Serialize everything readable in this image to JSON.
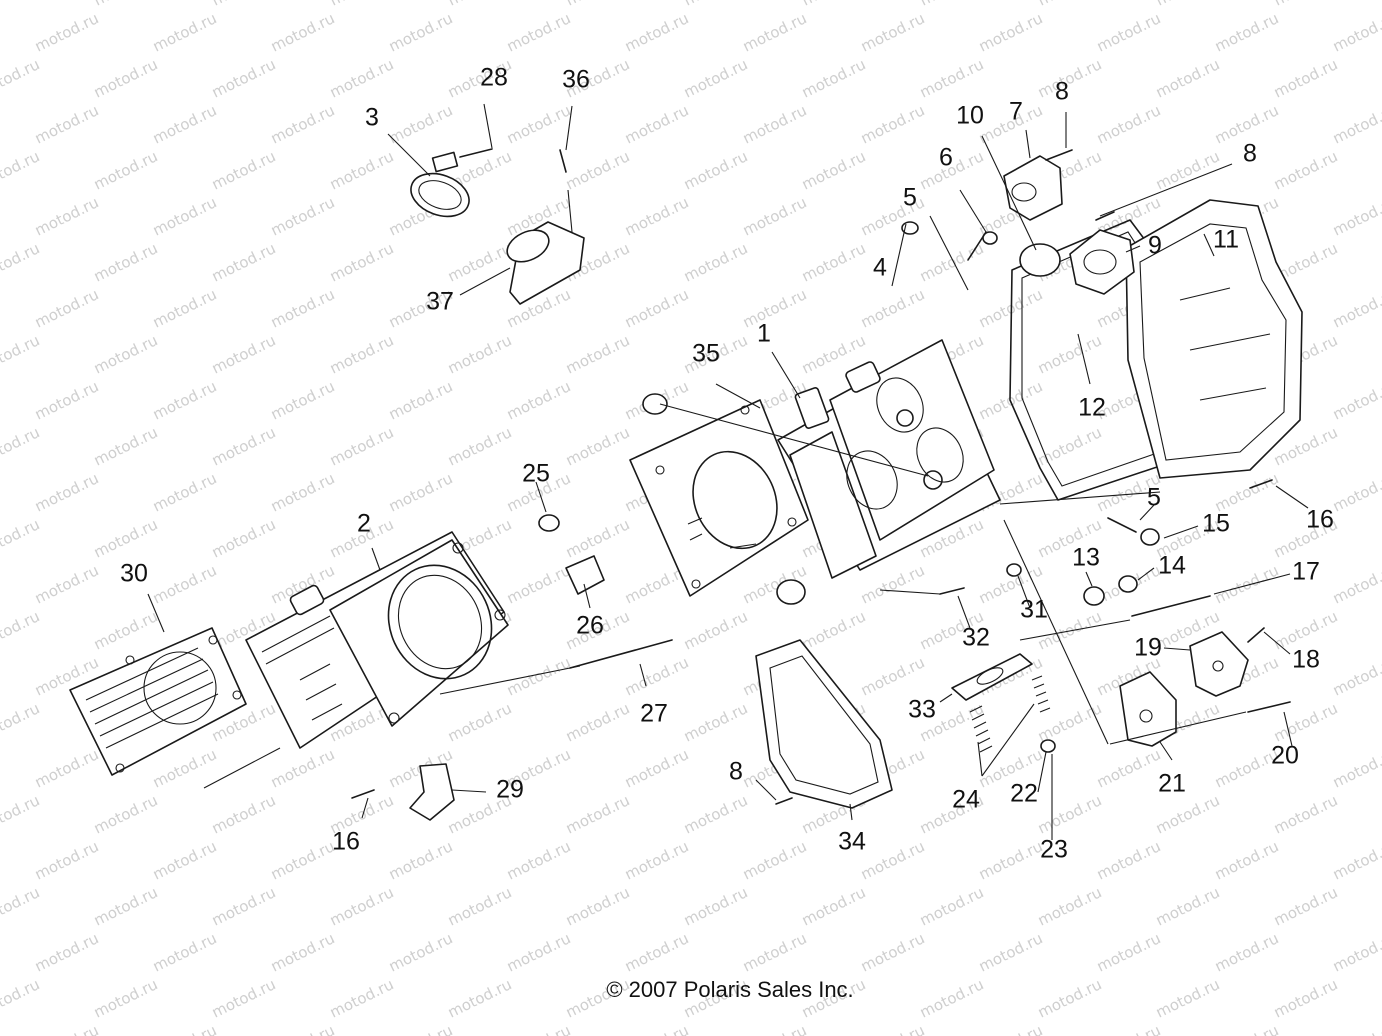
{
  "watermark": {
    "text": "motod.ru",
    "color": "#cfcfcf"
  },
  "copyright": "© 2007  Polaris Sales Inc.",
  "callouts": [
    {
      "id": "1",
      "label": "1"
    },
    {
      "id": "2",
      "label": "2"
    },
    {
      "id": "3",
      "label": "3"
    },
    {
      "id": "4",
      "label": "4"
    },
    {
      "id": "5a",
      "label": "5"
    },
    {
      "id": "5b",
      "label": "5"
    },
    {
      "id": "6",
      "label": "6"
    },
    {
      "id": "7",
      "label": "7"
    },
    {
      "id": "8a",
      "label": "8"
    },
    {
      "id": "8b",
      "label": "8"
    },
    {
      "id": "8c",
      "label": "8"
    },
    {
      "id": "9",
      "label": "9"
    },
    {
      "id": "10",
      "label": "10"
    },
    {
      "id": "11",
      "label": "11"
    },
    {
      "id": "12",
      "label": "12"
    },
    {
      "id": "13",
      "label": "13"
    },
    {
      "id": "14",
      "label": "14"
    },
    {
      "id": "15",
      "label": "15"
    },
    {
      "id": "16a",
      "label": "16"
    },
    {
      "id": "16b",
      "label": "16"
    },
    {
      "id": "17",
      "label": "17"
    },
    {
      "id": "18",
      "label": "18"
    },
    {
      "id": "19",
      "label": "19"
    },
    {
      "id": "20",
      "label": "20"
    },
    {
      "id": "21",
      "label": "21"
    },
    {
      "id": "22",
      "label": "22"
    },
    {
      "id": "23",
      "label": "23"
    },
    {
      "id": "24",
      "label": "24"
    },
    {
      "id": "25",
      "label": "25"
    },
    {
      "id": "26",
      "label": "26"
    },
    {
      "id": "27",
      "label": "27"
    },
    {
      "id": "28",
      "label": "28"
    },
    {
      "id": "29",
      "label": "29"
    },
    {
      "id": "30",
      "label": "30"
    },
    {
      "id": "31",
      "label": "31"
    },
    {
      "id": "32",
      "label": "32"
    },
    {
      "id": "33",
      "label": "33"
    },
    {
      "id": "34",
      "label": "34"
    },
    {
      "id": "35",
      "label": "35"
    },
    {
      "id": "36",
      "label": "36"
    },
    {
      "id": "37",
      "label": "37"
    }
  ]
}
